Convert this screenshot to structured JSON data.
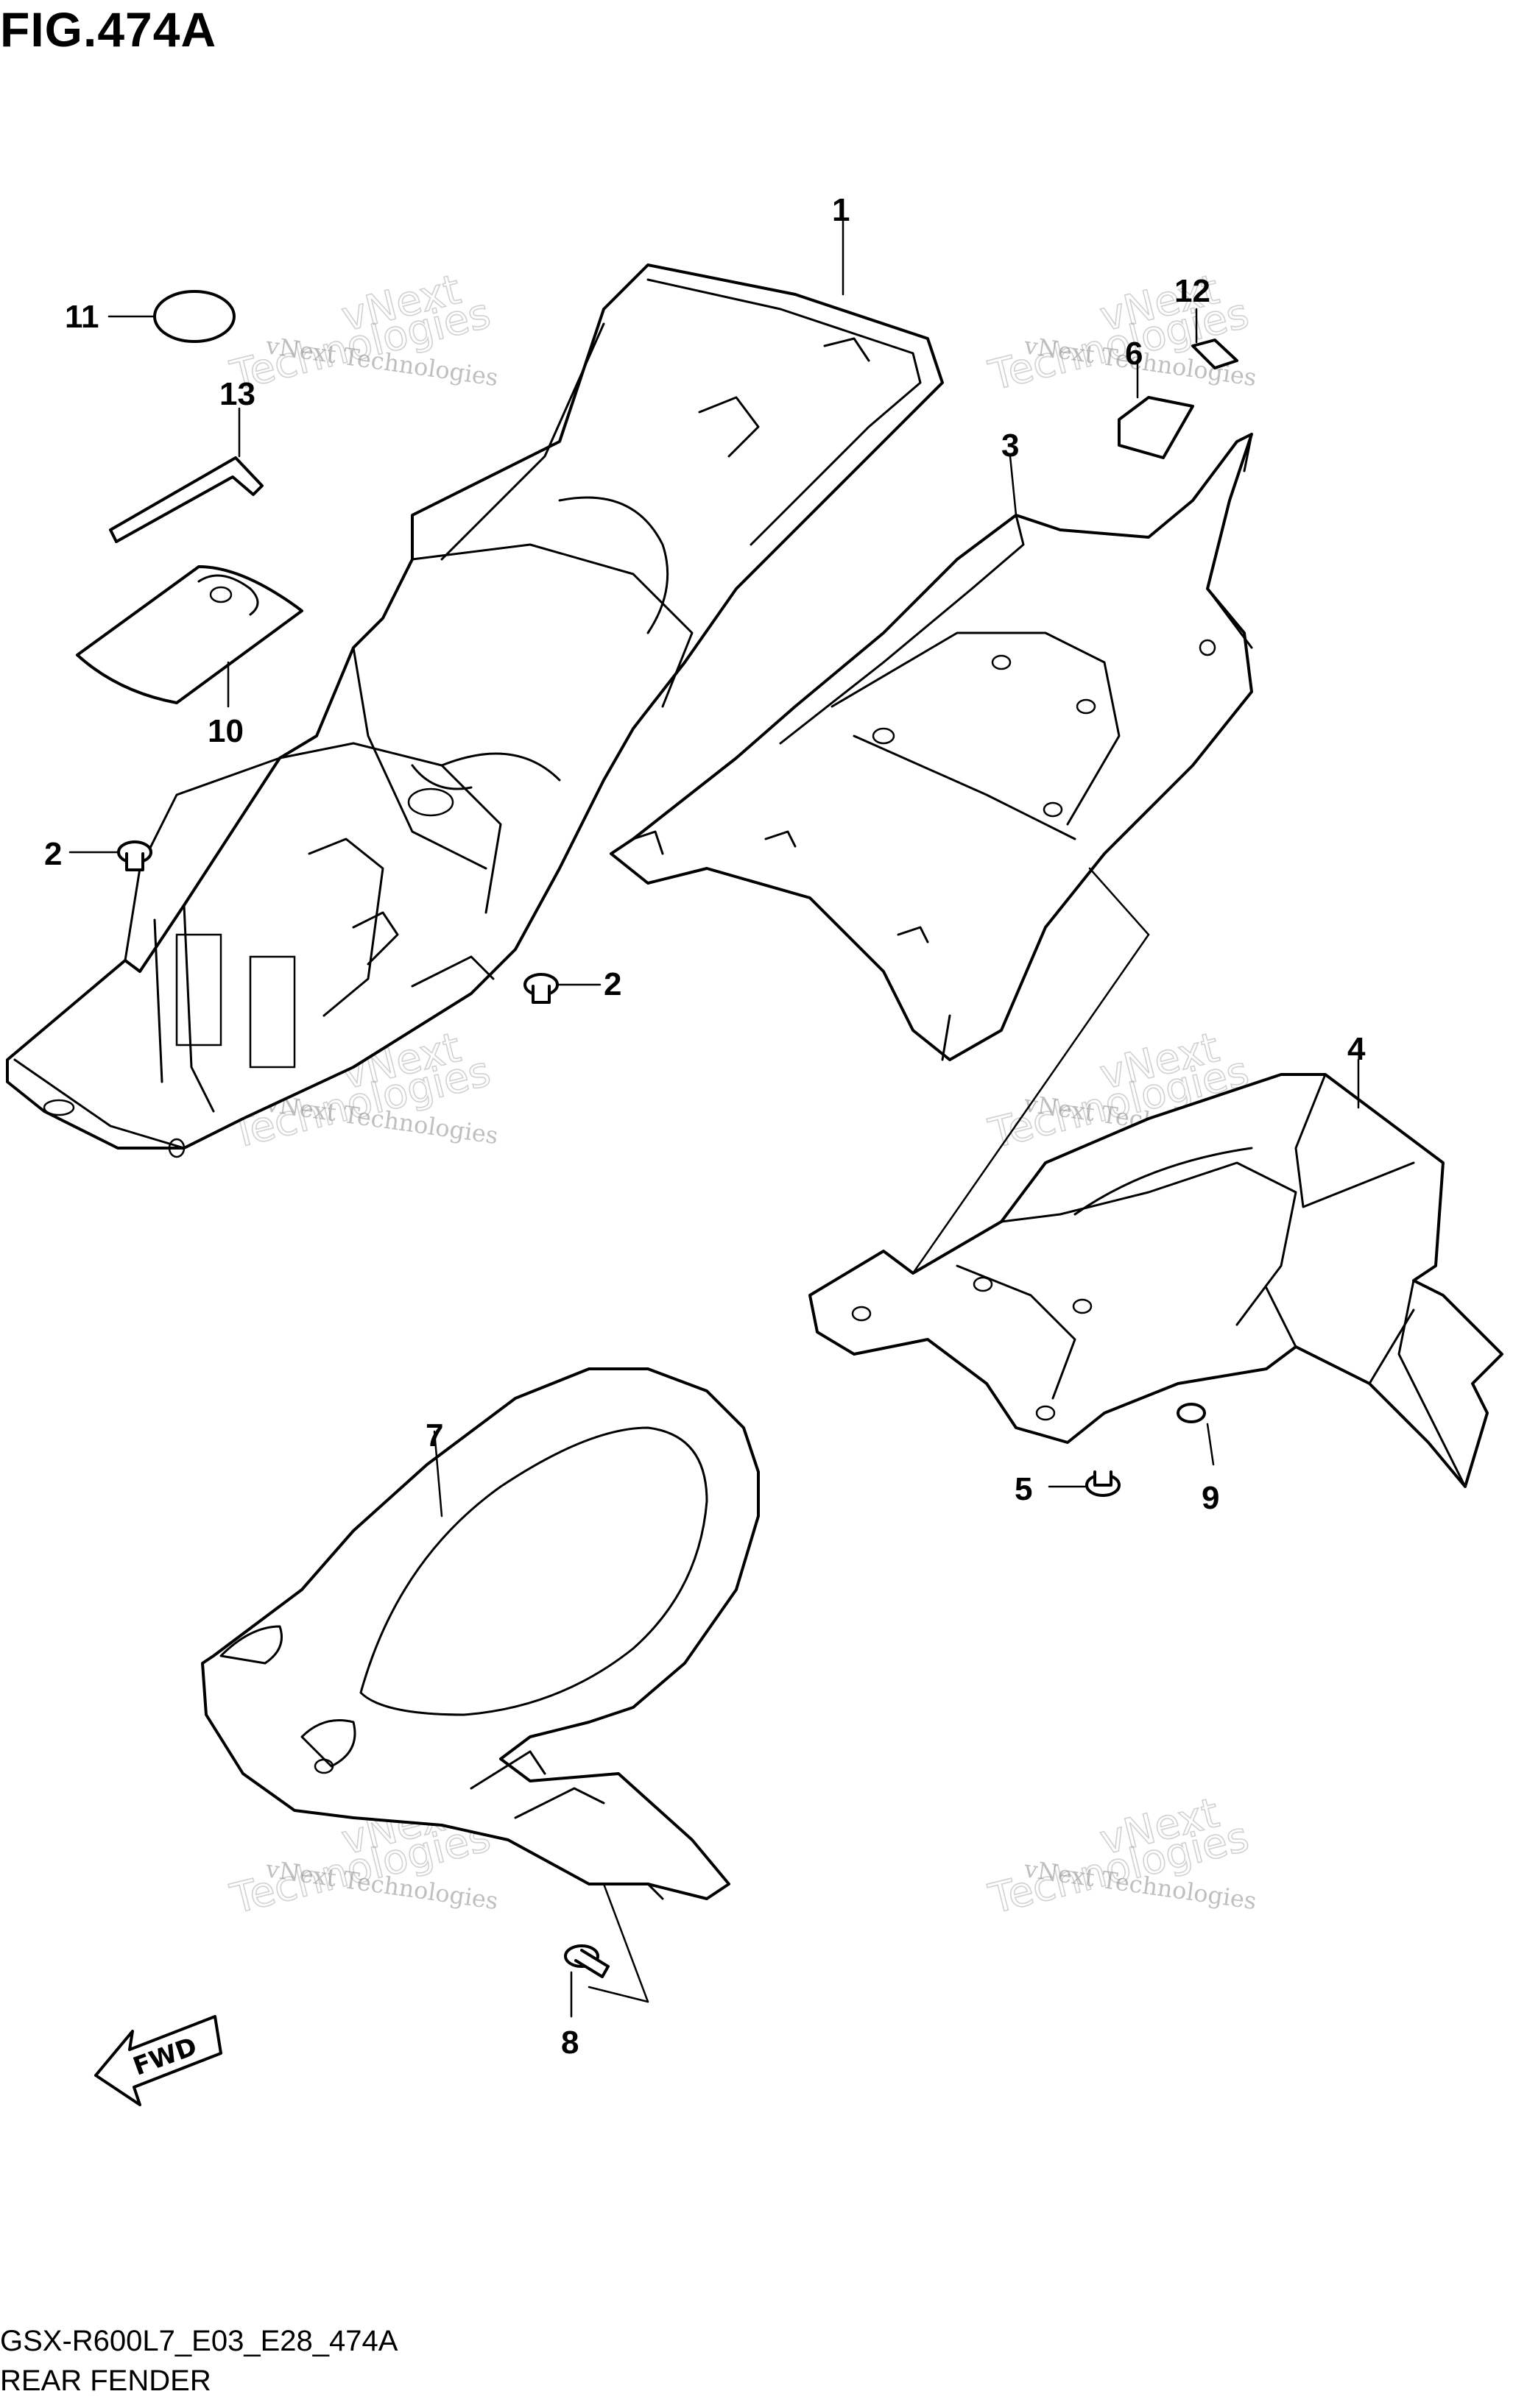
{
  "figure": {
    "title": "FIG.474A",
    "code": "GSX-R600L7_E03_E28_474A",
    "name": "REAR FENDER"
  },
  "callouts": {
    "c1": "1",
    "c2a": "2",
    "c2b": "2",
    "c3": "3",
    "c4": "4",
    "c5": "5",
    "c6": "6",
    "c7": "7",
    "c8": "8",
    "c9": "9",
    "c10": "10",
    "c11": "11",
    "c12": "12",
    "c13": "13"
  },
  "fwd_label": "FWD",
  "watermark": {
    "line1": "vNext Technologies",
    "line2": "vNext",
    "line3": "Technologies"
  }
}
